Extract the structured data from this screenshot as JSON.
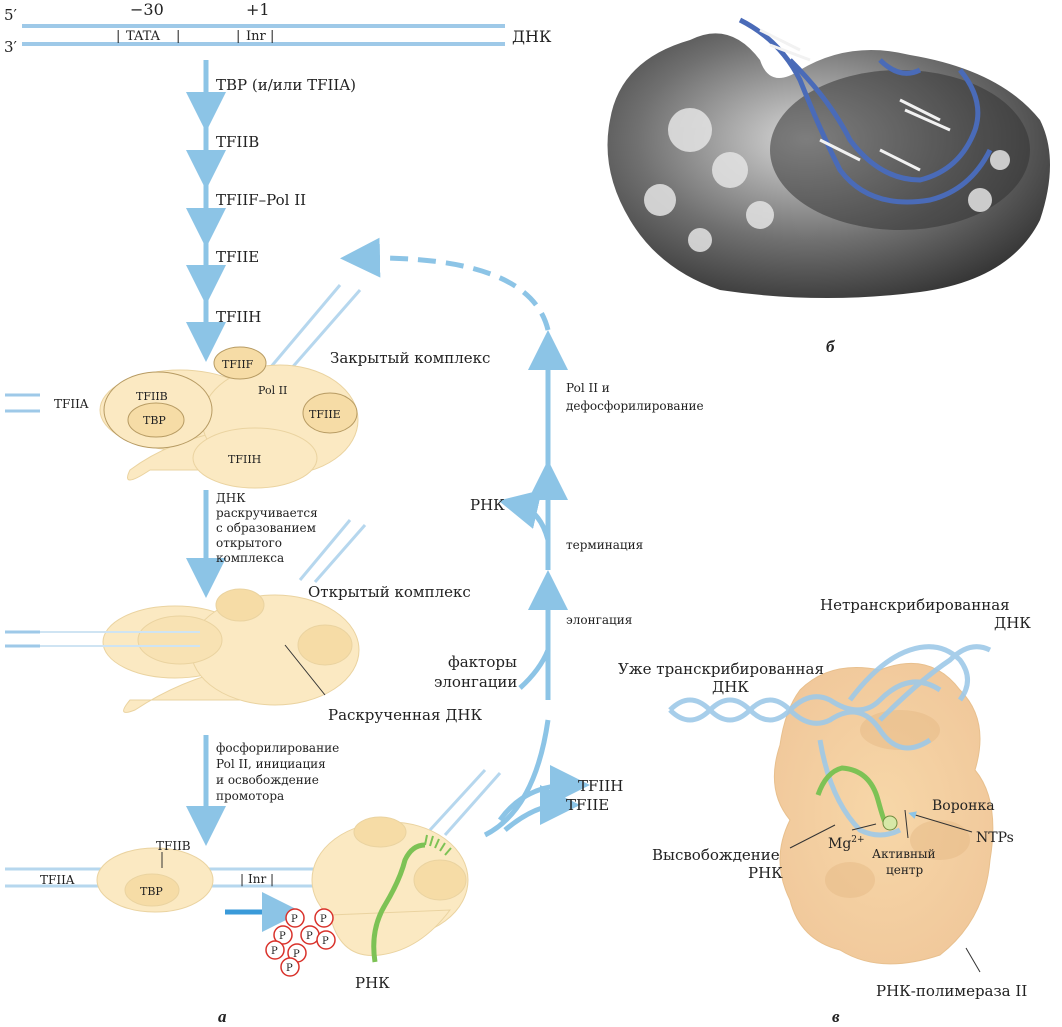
{
  "dna_top": {
    "strand5": "5′",
    "strand3": "3′",
    "pos_minus30": "−30",
    "pos_plus1": "+1",
    "tata": "TATA",
    "inr": "Inr",
    "dna": "ДНК"
  },
  "steps": {
    "tbp": "TBP (и/или TFIIA)",
    "tfiib": "TFIIB",
    "tfiif_pol": "TFIIF–Pol II",
    "tfiie": "TFIIE",
    "tfiih": "TFIIH",
    "unwind": [
      "ДНК",
      "раскручивается",
      "с образованием",
      "открытого",
      "комплекса"
    ],
    "phospho": [
      "фосфорилирование",
      "Pol II, инициация",
      "и освобождение",
      "промотора"
    ]
  },
  "closed_complex": {
    "label": "Закрытый комплекс",
    "tfiif": "TFIIF",
    "pol2": "Pol II",
    "tfiib": "TFIIB",
    "tbp": "TBP",
    "tfiie": "TFIIE",
    "tfiih": "TFIIH",
    "tfiia": "TFIIA"
  },
  "open_complex": {
    "label": "Открытый комплекс",
    "unwound": "Раскрученная ДНК"
  },
  "initiation": {
    "tfiia": "TFIIA",
    "tfiib": "TFIIB",
    "tbp": "TBP",
    "inr": "Inr",
    "p": "P",
    "rna": "РНК",
    "out_tfiih": "TFIIH",
    "out_tfiie": "TFIIE"
  },
  "cycle": {
    "elong_factors": [
      "факторы",
      "элонгации"
    ],
    "elongation": "элонгация",
    "termination": "терминация",
    "rna": "РНК",
    "dephos": [
      "Pol II и",
      "дефосфорилирование"
    ]
  },
  "panel_labels": {
    "a": "а",
    "b": "б",
    "c": "в"
  },
  "panel_c": {
    "nontranscribed": [
      "Нетранскрибированная",
      "ДНК"
    ],
    "transcribed": [
      "Уже транскрибированная",
      "ДНК"
    ],
    "funnel": "Воронка",
    "ntps": "NTPs",
    "mg": "Mg",
    "mg_sup": "2+",
    "active": [
      "Активный",
      "центр"
    ],
    "release": [
      "Высвобождение",
      "РНК"
    ],
    "polymerase": "РНК-полимераза II"
  },
  "colors": {
    "dna_blue": "#9ec9e8",
    "arrow_blue": "#8cc4e6",
    "protein": "#fbe9c2",
    "protein_edge": "#ead3a0",
    "rna_green": "#7dc255",
    "phosphate_red": "#d9322b"
  }
}
